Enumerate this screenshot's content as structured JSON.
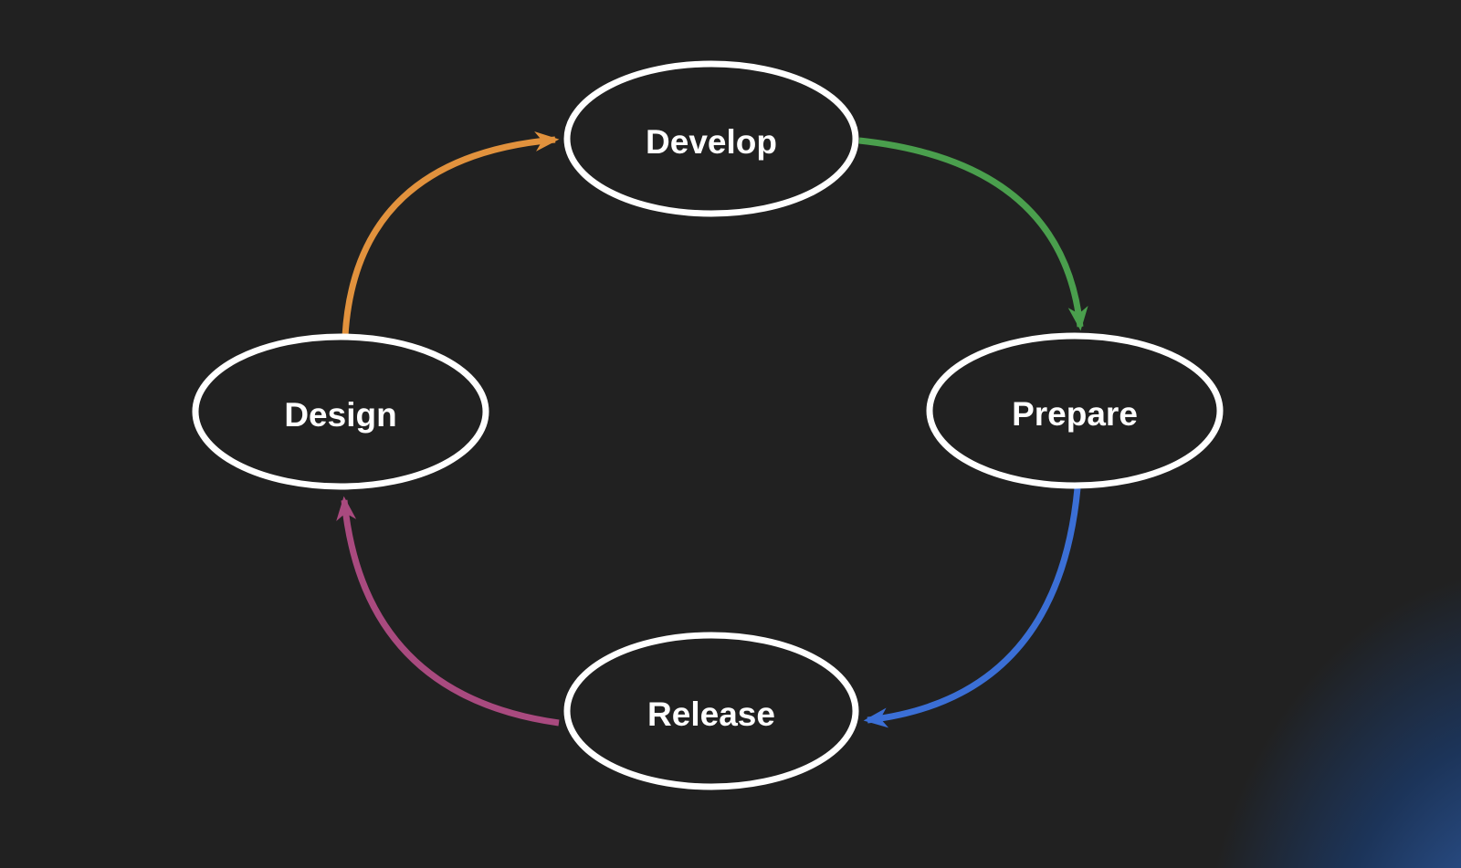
{
  "diagram": {
    "title": "development-cycle",
    "background_color": "#212121",
    "glow_color": "#2c5496",
    "node_stroke_color": "#ffffff",
    "node_fill_color": "#212121",
    "label_color": "#ffffff",
    "nodes": [
      {
        "id": "develop",
        "label": "Develop",
        "position": "top"
      },
      {
        "id": "prepare",
        "label": "Prepare",
        "position": "right"
      },
      {
        "id": "release",
        "label": "Release",
        "position": "bottom"
      },
      {
        "id": "design",
        "label": "Design",
        "position": "left"
      }
    ],
    "edges": [
      {
        "from": "design",
        "to": "develop",
        "color": "#e2923d"
      },
      {
        "from": "develop",
        "to": "prepare",
        "color": "#4a9f4d"
      },
      {
        "from": "prepare",
        "to": "release",
        "color": "#3b6fd6"
      },
      {
        "from": "release",
        "to": "design",
        "color": "#a94a7f"
      }
    ]
  }
}
